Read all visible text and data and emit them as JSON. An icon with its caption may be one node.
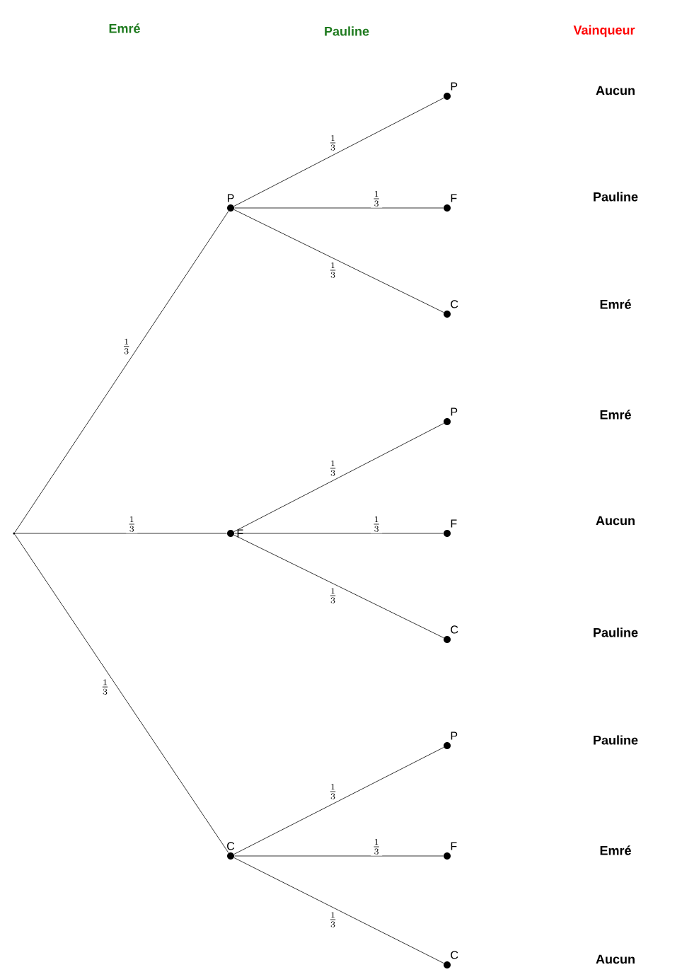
{
  "diagram": {
    "nodes": [
      {
        "text": [],
        "shape": "point"
      },
      {
        "text": [
          "P"
        ]
      },
      {
        "text": [
          "F"
        ]
      },
      {
        "text": [
          "C"
        ]
      },
      {
        "text": [
          "P"
        ]
      },
      {
        "text": [
          "F"
        ]
      },
      {
        "text": [
          "C"
        ]
      },
      {
        "text": [
          "P"
        ]
      },
      {
        "text": [
          "F"
        ]
      },
      {
        "text": [
          "C"
        ]
      },
      {
        "text": [
          "P"
        ]
      },
      {
        "text": [
          "F"
        ]
      },
      {
        "text": [
          "C"
        ]
      }
    ],
    "edges": [
      {
        "from": 0,
        "to": 1,
        "arrow": "none",
        "label": "\\frac{1}{3}"
      },
      {
        "from": 0,
        "to": 2,
        "arrow": "none",
        "label": "\\frac{1}{3}"
      },
      {
        "from": 0,
        "to": 3,
        "arrow": "none",
        "label": "\\frac{1}{3}"
      },
      {
        "from": 1,
        "to": 4,
        "arrow": "none",
        "label": "\\frac{1}{3}"
      },
      {
        "from": 1,
        "to": 5,
        "arrow": "none",
        "label": "\\frac{1}{3}"
      },
      {
        "from": 1,
        "to": 6,
        "arrow": "none",
        "label": "\\frac{1}{3}"
      },
      {
        "from": 2,
        "to": 7,
        "arrow": "none",
        "label": "\\frac{1}{3}"
      },
      {
        "from": 2,
        "to": 8,
        "arrow": "none",
        "label": "\\frac{1}{3}"
      },
      {
        "from": 2,
        "to": 9,
        "arrow": "none",
        "label": "\\frac{1}{3}"
      },
      {
        "from": 3,
        "to": 10,
        "arrow": "none",
        "label": "\\frac{1}{3}"
      },
      {
        "from": 3,
        "to": 11,
        "arrow": "none",
        "label": "\\frac{1}{3}"
      },
      {
        "from": 3,
        "to": 12,
        "arrow": "none",
        "label": "\\frac{1}{3}"
      }
    ],
    "labels": [
      "Emré",
      "Pauline",
      "Vainqueur",
      "Aucun",
      "Pauline",
      "Emré",
      "Emré",
      "Aucun",
      "Pauline",
      "Pauline",
      "Emré",
      "Aucun"
    ]
  }
}
